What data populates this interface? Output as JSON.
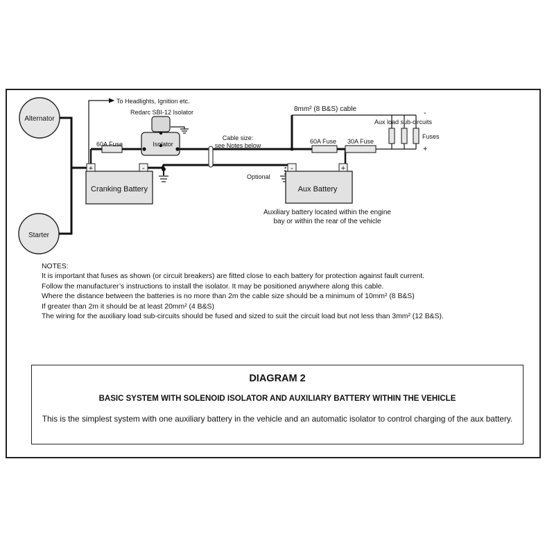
{
  "diagram": {
    "alternator": "Alternator",
    "starter": "Starter",
    "headlights": "To Headlights, Ignition etc.",
    "isolator_model": "Redarc SBI-12 Isolator",
    "isolator": "Isolator",
    "fuse_60a_left": "60A Fuse",
    "fuse_60a_right": "60A Fuse",
    "fuse_30a": "30A Fuse",
    "cable_size_line1": "Cable size:",
    "cable_size_line2": "see Notes below",
    "cable_8mm": "8mm² (8 B&S) cable",
    "aux_subcircuits": "Aux load sub-circuits",
    "fuses": "Fuses",
    "minus_sign": "-",
    "plus_sign": "+",
    "cranking_battery": "Cranking Battery",
    "aux_battery": "Aux Battery",
    "optional": "Optional",
    "aux_location_line1": "Auxiliary battery located within the engine",
    "aux_location_line2": "bay or within the rear of the vehicle",
    "terminal_plus": "+",
    "terminal_minus": "-"
  },
  "notes": {
    "heading": "NOTES:",
    "lines": [
      "It is important that fuses as shown (or circuit breakers) are fitted close to each battery for protection against fault current.",
      "Follow the manufacturer’s instructions to install the isolator. It may be positioned anywhere along this cable.",
      "Where the distance between the batteries is no more than 2m the cable size should be a minimum of 10mm² (8 B&S)",
      "If greater than 2m it should be at least 20mm² (4 B&S)",
      "The wiring for the auxiliary load sub-circuits should be fused and sized to suit the circuit load but not less than 3mm² (12 B&S)."
    ]
  },
  "caption": {
    "title": "DIAGRAM 2",
    "subtitle": "BASIC SYSTEM WITH SOLENOID ISOLATOR AND AUXILIARY BATTERY WITHIN THE VEHICLE",
    "body": "This is the simplest system with one auxiliary battery in the vehicle and an automatic isolator to control charging of the aux battery."
  }
}
